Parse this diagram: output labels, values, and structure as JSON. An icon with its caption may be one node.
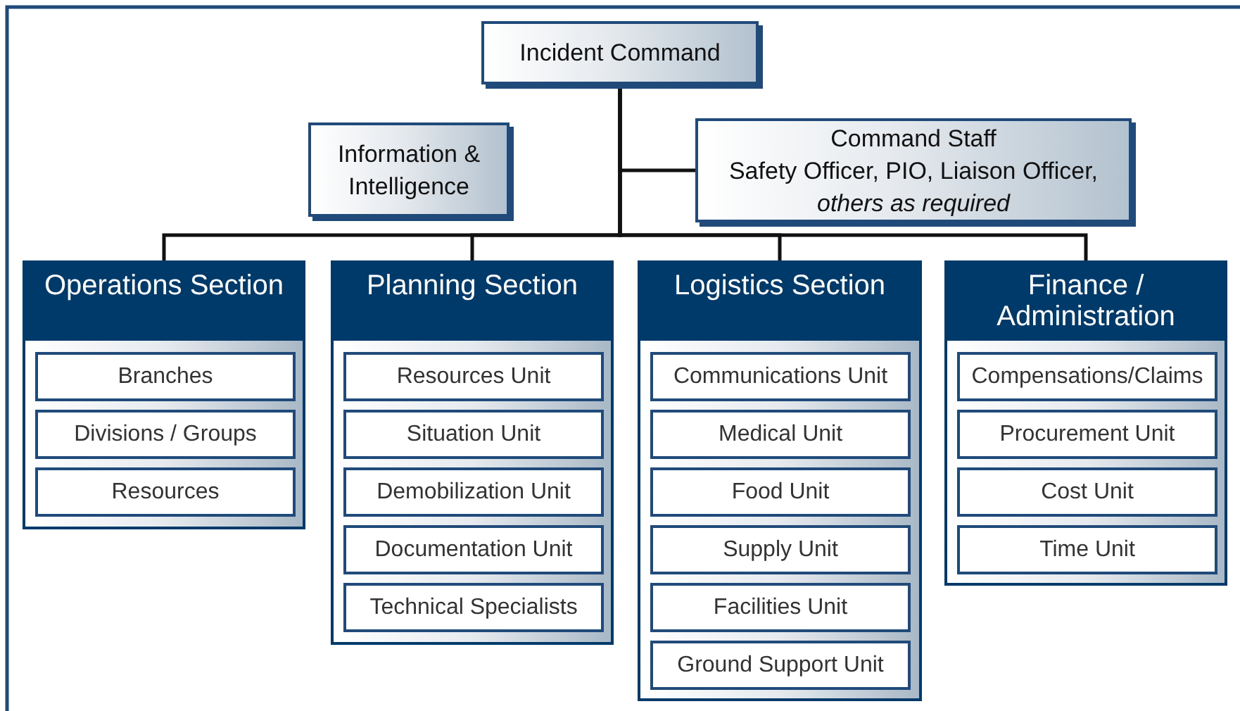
{
  "diagram": {
    "nodes": [
      {
        "text": [
          "Incident Command"
        ]
      },
      {
        "text": [
          "Information & Intelligence"
        ]
      },
      {
        "text": [
          "Command Staff",
          "Safety Officer, PIO, Liaison Officer, *others as required*"
        ]
      },
      {
        "text": [
          "Operations Section"
        ]
      },
      {
        "text": [
          "Branches"
        ],
        "in": 3
      },
      {
        "text": [
          "Divisions / Groups"
        ],
        "in": 3
      },
      {
        "text": [
          "Resources"
        ],
        "in": 3
      },
      {
        "text": [
          "Planning Section"
        ]
      },
      {
        "text": [
          "Resources Unit"
        ],
        "in": 7
      },
      {
        "text": [
          "Situation Unit"
        ],
        "in": 7
      },
      {
        "text": [
          "Demobilization Unit"
        ],
        "in": 7
      },
      {
        "text": [
          "Documentation Unit"
        ],
        "in": 7
      },
      {
        "text": [
          "Technical Specialists"
        ],
        "in": 7
      },
      {
        "text": [
          "Logistics Section"
        ]
      },
      {
        "text": [
          "Communications Unit"
        ],
        "in": 13
      },
      {
        "text": [
          "Medical Unit"
        ],
        "in": 13
      },
      {
        "text": [
          "Food Unit"
        ],
        "in": 13
      },
      {
        "text": [
          "Supply Unit"
        ],
        "in": 13
      },
      {
        "text": [
          "Facilities Unit"
        ],
        "in": 13
      },
      {
        "text": [
          "Ground Support Unit"
        ],
        "in": 13
      },
      {
        "text": [
          "Finance / Administration"
        ]
      },
      {
        "text": [
          "Compensations/Claims"
        ],
        "in": 20
      },
      {
        "text": [
          "Procurement Unit"
        ],
        "in": 20
      },
      {
        "text": [
          "Cost Unit"
        ],
        "in": 20
      },
      {
        "text": [
          "Time Unit"
        ],
        "in": 20
      }
    ],
    "edges": [
      {
        "from": 0,
        "to": 2,
        "arrow": "none"
      },
      {
        "from": 0,
        "to": 3,
        "arrow": "none"
      },
      {
        "from": 0,
        "to": 7,
        "arrow": "none"
      },
      {
        "from": 0,
        "to": 13,
        "arrow": "none"
      },
      {
        "from": 0,
        "to": 20,
        "arrow": "none"
      }
    ]
  }
}
